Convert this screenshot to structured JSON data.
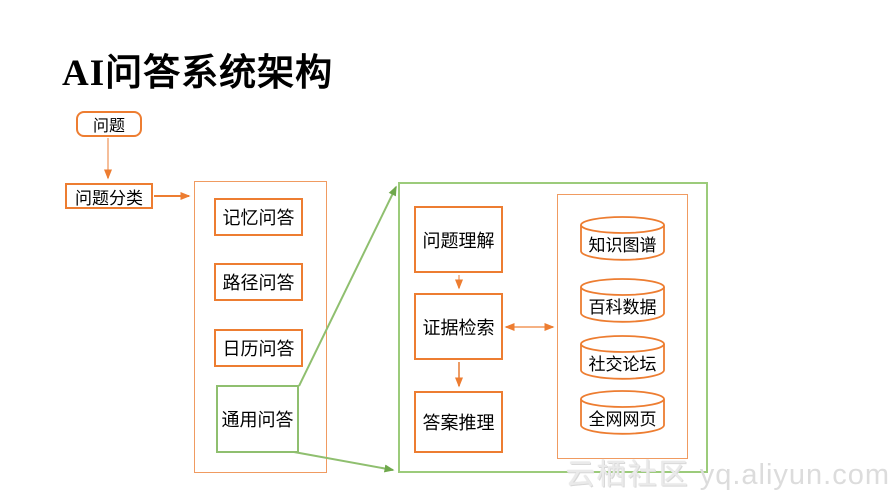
{
  "title": "AI问答系统架构",
  "diagram": {
    "question": "问题",
    "classifier": "问题分类",
    "categories": [
      "记忆问答",
      "路径问答",
      "日历问答",
      "通用问答"
    ],
    "pipeline": [
      "问题理解",
      "证据检索",
      "答案推理"
    ],
    "datasources": [
      "知识图谱",
      "百科数据",
      "社交论坛",
      "全网网页"
    ]
  },
  "colors": {
    "accent_orange": "#ED7D31",
    "accent_orange_light": "#F5B183",
    "accent_green": "#8FBF6F",
    "arrowhead_green": "#6FA84C"
  },
  "watermark": {
    "site": "云栖社区",
    "url": "yq.aliyun.com"
  }
}
